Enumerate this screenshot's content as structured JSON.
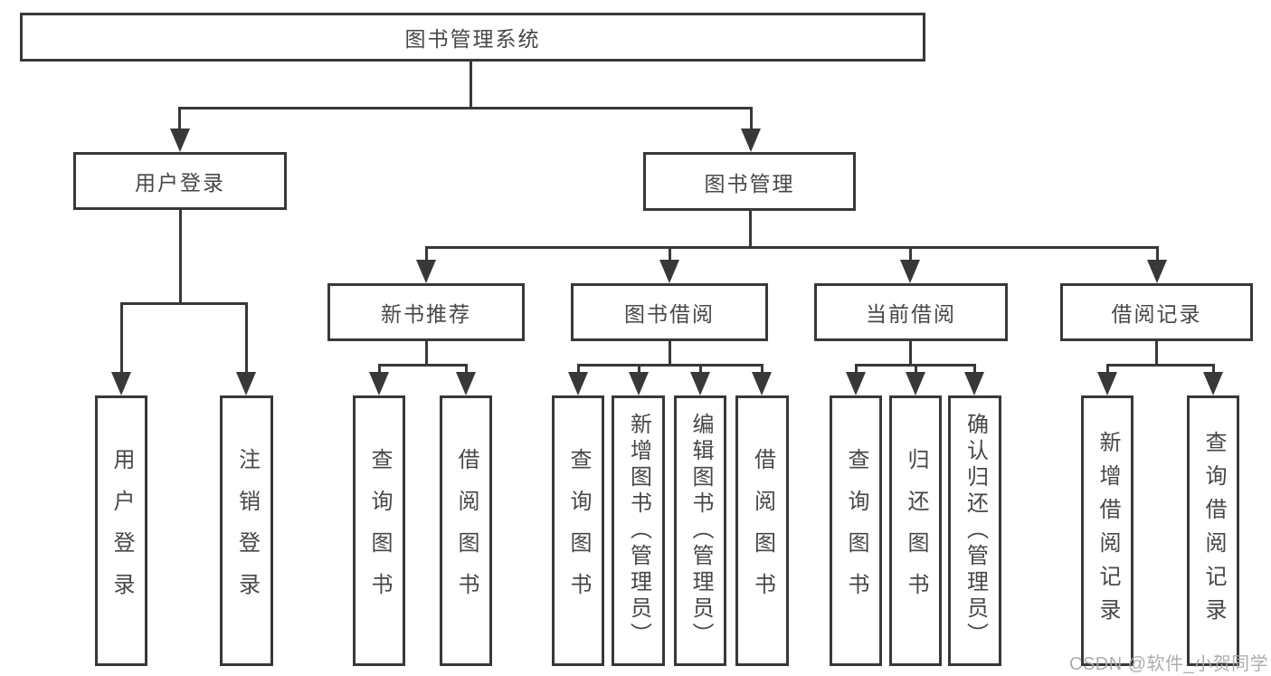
{
  "tree": {
    "label": "图书管理系统",
    "children": [
      {
        "label": "用户登录",
        "children": [
          {
            "label": "用户登录"
          },
          {
            "label": "注销登录"
          }
        ]
      },
      {
        "label": "图书管理",
        "children": [
          {
            "label": "新书推荐",
            "children": [
              {
                "label": "查询图书"
              },
              {
                "label": "借阅图书"
              }
            ]
          },
          {
            "label": "图书借阅",
            "children": [
              {
                "label": "查询图书"
              },
              {
                "label": "新增图书（管理员）"
              },
              {
                "label": "编辑图书（管理员）"
              },
              {
                "label": "借阅图书"
              }
            ]
          },
          {
            "label": "当前借阅",
            "children": [
              {
                "label": "查询图书"
              },
              {
                "label": "归还图书"
              },
              {
                "label": "确认归还（管理员）"
              }
            ]
          },
          {
            "label": "借阅记录",
            "children": [
              {
                "label": "新增借阅记录"
              },
              {
                "label": "查询借阅记录"
              }
            ]
          }
        ]
      }
    ]
  },
  "watermark": {
    "text": "CSDN @软件_小贺同学"
  },
  "colors": {
    "line": "#383838",
    "text": "#474747",
    "watermark": "#a9a9a9",
    "background": "#ffffff"
  }
}
